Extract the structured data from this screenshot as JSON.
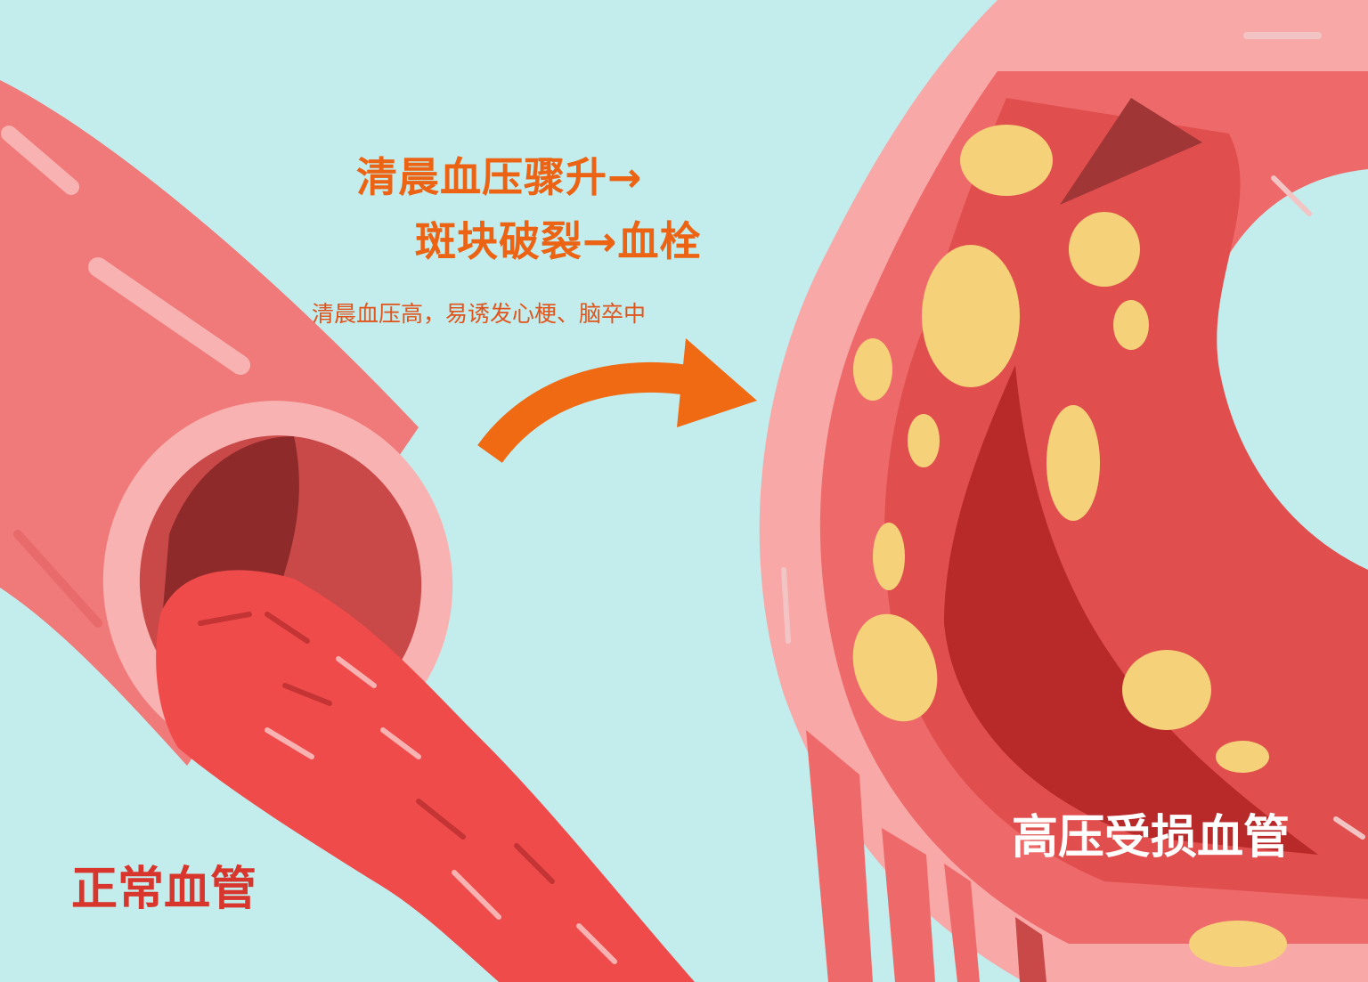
{
  "headline": {
    "line1": "清晨血压骤升→",
    "line2": "斑块破裂→血栓"
  },
  "subtitle": "清晨血压高，易诱发心梗、脑卒中",
  "labels": {
    "normal_vessel": "正常血管",
    "damaged_vessel": "高压受损血管"
  },
  "colors": {
    "background": "#c3ecec",
    "vessel_outer": "#f07a7a",
    "vessel_rim": "#f9b2b2",
    "blood": "#ef4b4b",
    "plaque": "#f5d27a",
    "headline": "#ec6314",
    "arrow": "#f06a14"
  }
}
